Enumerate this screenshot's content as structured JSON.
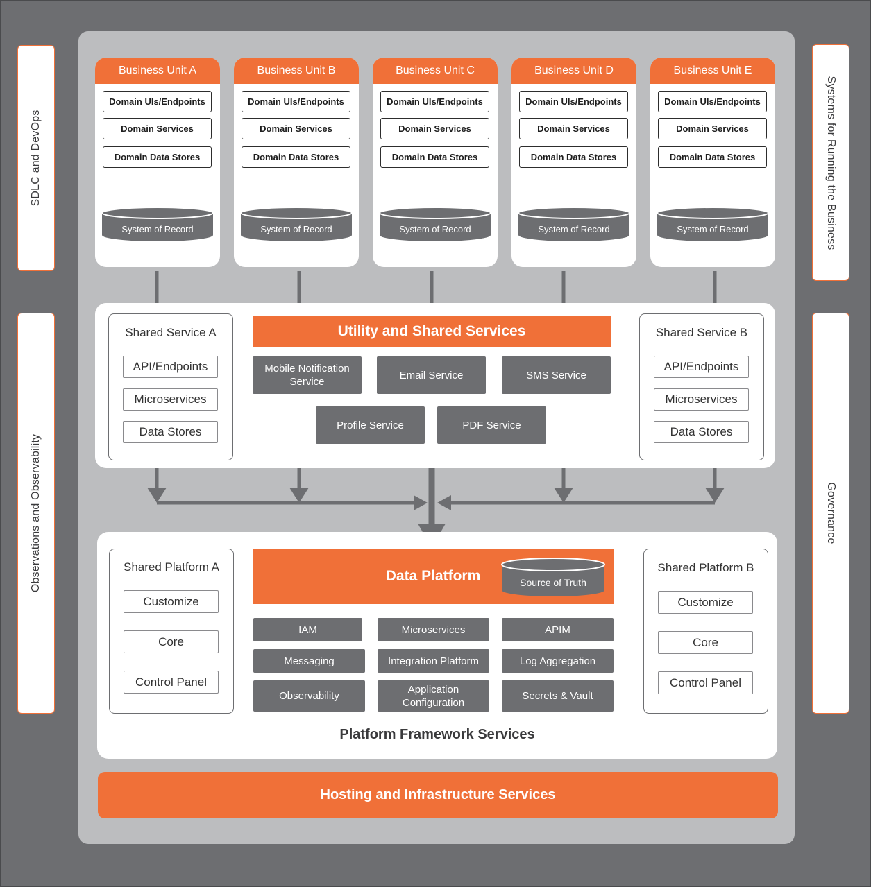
{
  "side_labels": {
    "sdlc": "SDLC  and DevOps",
    "observations": "Observations and Observability",
    "systems": "Systems for Running the Business",
    "governance": "Governance"
  },
  "business_units": [
    {
      "title": "Business Unit A",
      "items": [
        "Domain UIs/Endpoints",
        "Domain Services",
        "Domain Data Stores"
      ],
      "store": "System of Record"
    },
    {
      "title": "Business Unit B",
      "items": [
        "Domain UIs/Endpoints",
        "Domain Services",
        "Domain Data Stores"
      ],
      "store": "System of Record"
    },
    {
      "title": "Business Unit C",
      "items": [
        "Domain UIs/Endpoints",
        "Domain Services",
        "Domain Data Stores"
      ],
      "store": "System of Record"
    },
    {
      "title": "Business Unit D",
      "items": [
        "Domain UIs/Endpoints",
        "Domain Services",
        "Domain Data Stores"
      ],
      "store": "System of Record"
    },
    {
      "title": "Business Unit E",
      "items": [
        "Domain UIs/Endpoints",
        "Domain Services",
        "Domain Data Stores"
      ],
      "store": "System of Record"
    }
  ],
  "shared_services": {
    "title": "Utility and Shared Services",
    "service_a": {
      "title": "Shared Service A",
      "items": [
        "API/Endpoints",
        "Microservices",
        "Data Stores"
      ]
    },
    "service_b": {
      "title": "Shared Service B",
      "items": [
        "API/Endpoints",
        "Microservices",
        "Data Stores"
      ]
    },
    "utilities_row1": [
      "Mobile Notification Service",
      "Email Service",
      "SMS Service"
    ],
    "utilities_row2": [
      "Profile Service",
      "PDF Service"
    ]
  },
  "platform": {
    "data_platform": "Data Platform",
    "source_of_truth": "Source of Truth",
    "platform_a": {
      "title": "Shared Platform A",
      "items": [
        "Customize",
        "Core",
        "Control Panel"
      ]
    },
    "platform_b": {
      "title": "Shared Platform B",
      "items": [
        "Customize",
        "Core",
        "Control Panel"
      ]
    },
    "services": [
      [
        "IAM",
        "Microservices",
        "APIM"
      ],
      [
        "Messaging",
        "Integration Platform",
        "Log Aggregation"
      ],
      [
        "Observability",
        "Application Configuration",
        "Secrets & Vault"
      ]
    ],
    "framework_title": "Platform Framework Services"
  },
  "hosting": "Hosting and Infrastructure Services",
  "colors": {
    "accent": "#f07038",
    "dark": "#6d6e71",
    "light": "#bcbdbf"
  }
}
